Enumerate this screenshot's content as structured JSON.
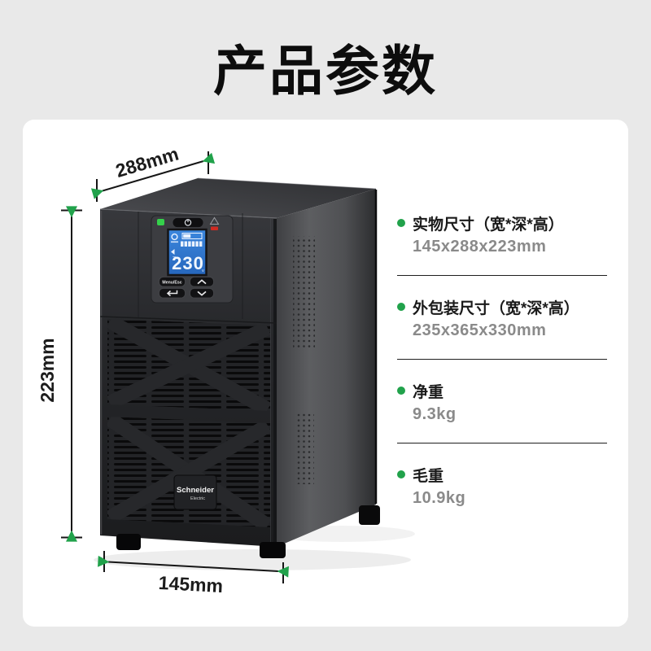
{
  "title": "产品参数",
  "dimension_labels": {
    "depth": "288mm",
    "height": "223mm",
    "width": "145mm"
  },
  "device": {
    "brand": "Schneider",
    "brand_sub": "Electric",
    "lcd_reading": "230",
    "menu_button": "Menu/Esc"
  },
  "specs": [
    {
      "label": "实物尺寸（宽*深*高）",
      "value": "145x288x223mm"
    },
    {
      "label": "外包装尺寸（宽*深*高）",
      "value": "235x365x330mm"
    },
    {
      "label": "净重",
      "value": "9.3kg"
    },
    {
      "label": "毛重",
      "value": "10.9kg"
    }
  ],
  "colors": {
    "background": "#e9e9e9",
    "card": "#ffffff",
    "accent_green": "#21a24b",
    "label_text": "#1a1a1a",
    "value_text": "#8a8a8a",
    "lcd_blue": "#2e7fd6",
    "led_green": "#35d14b",
    "led_red": "#cf2b22"
  }
}
